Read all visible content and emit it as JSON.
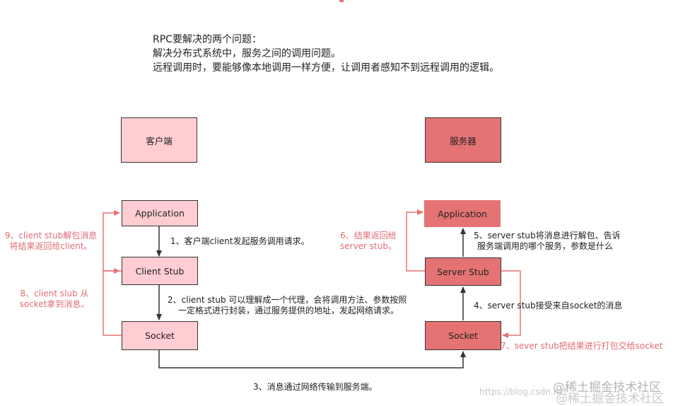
{
  "intro": {
    "title": "RPC要解决的两个问题：",
    "line1": "解决分布式系统中，服务之间的调用问题。",
    "line2": "远程调用时，要能够像本地调用一样方便，让调用者感知不到远程调用的逻辑。"
  },
  "client": {
    "header": "客户端",
    "application": "Application",
    "stub": "Client Stub",
    "socket": "Socket"
  },
  "server": {
    "header": "服务器",
    "application": "Application",
    "stub": "Server Stub",
    "socket": "Socket"
  },
  "steps": {
    "s1": "1、客户端client发起服务调用请求。",
    "s2a": "2、client stub 可以理解成一个代理，会将调用方法、参数按照",
    "s2b": "一定格式进行封装，通过服务提供的地址，发起网络请求。",
    "s3": "3、消息通过网络传输到服务端。",
    "s4": "4、server stub接受来自socket的消息",
    "s5a": "5、server stub将消息进行解包、告诉",
    "s5b": "服务端调用的哪个服务，参数是什么",
    "s6a": "6、结果返回给",
    "s6b": "server stub。",
    "s7": "7、sever stub把结果进行打包交给socket",
    "s8a": "8、client slub 从",
    "s8b": "socket拿到消息。",
    "s9a": "9、client stub解包消息",
    "s9b": "将结果返回给client。"
  },
  "watermark": {
    "url": "https://blog.csdn.net",
    "brand": "@稀土掘金技术社区"
  },
  "colors": {
    "light": "#ffcdd2",
    "dark": "#e57373",
    "red_text": "#e06c75",
    "arrow": "#333333",
    "red_line": "#e57373"
  }
}
